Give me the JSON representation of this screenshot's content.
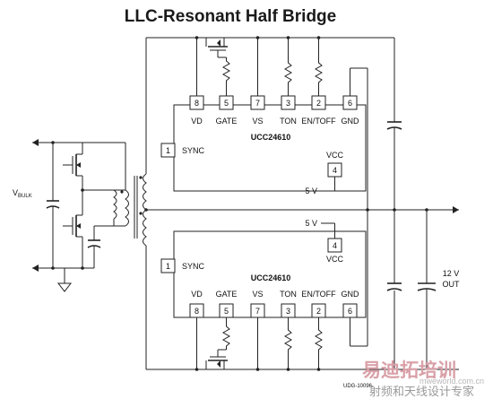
{
  "title": "LLC-Resonant Half Bridge",
  "chip_name": "UCC24610",
  "top_ic": {
    "top_pins": [
      {
        "num": "8",
        "label": "VD"
      },
      {
        "num": "5",
        "label": "GATE"
      },
      {
        "num": "7",
        "label": "VS"
      },
      {
        "num": "3",
        "label": "TON"
      },
      {
        "num": "2",
        "label": "EN/TOFF"
      },
      {
        "num": "6",
        "label": "GND"
      }
    ],
    "sync_pin": {
      "num": "1",
      "label": "SYNC"
    },
    "vcc_pin": {
      "num": "4",
      "label": "VCC"
    },
    "supply_label": "5 V"
  },
  "bottom_ic": {
    "bottom_pins": [
      {
        "num": "8",
        "label": "VD"
      },
      {
        "num": "5",
        "label": "GATE"
      },
      {
        "num": "7",
        "label": "VS"
      },
      {
        "num": "3",
        "label": "TON"
      },
      {
        "num": "2",
        "label": "EN/TOFF"
      },
      {
        "num": "6",
        "label": "GND"
      }
    ],
    "sync_pin": {
      "num": "1",
      "label": "SYNC"
    },
    "vcc_pin": {
      "num": "4",
      "label": "VCC"
    },
    "supply_label": "5 V"
  },
  "input": {
    "label": "V",
    "subscript": "BULK"
  },
  "output": {
    "voltage": "12 V",
    "label": "OUT"
  },
  "doc_number": "UDG-10096",
  "watermark": {
    "line1": "易迪拓培训",
    "line2": "mweworld.com.cn",
    "line3": "射频和天线设计专家"
  }
}
